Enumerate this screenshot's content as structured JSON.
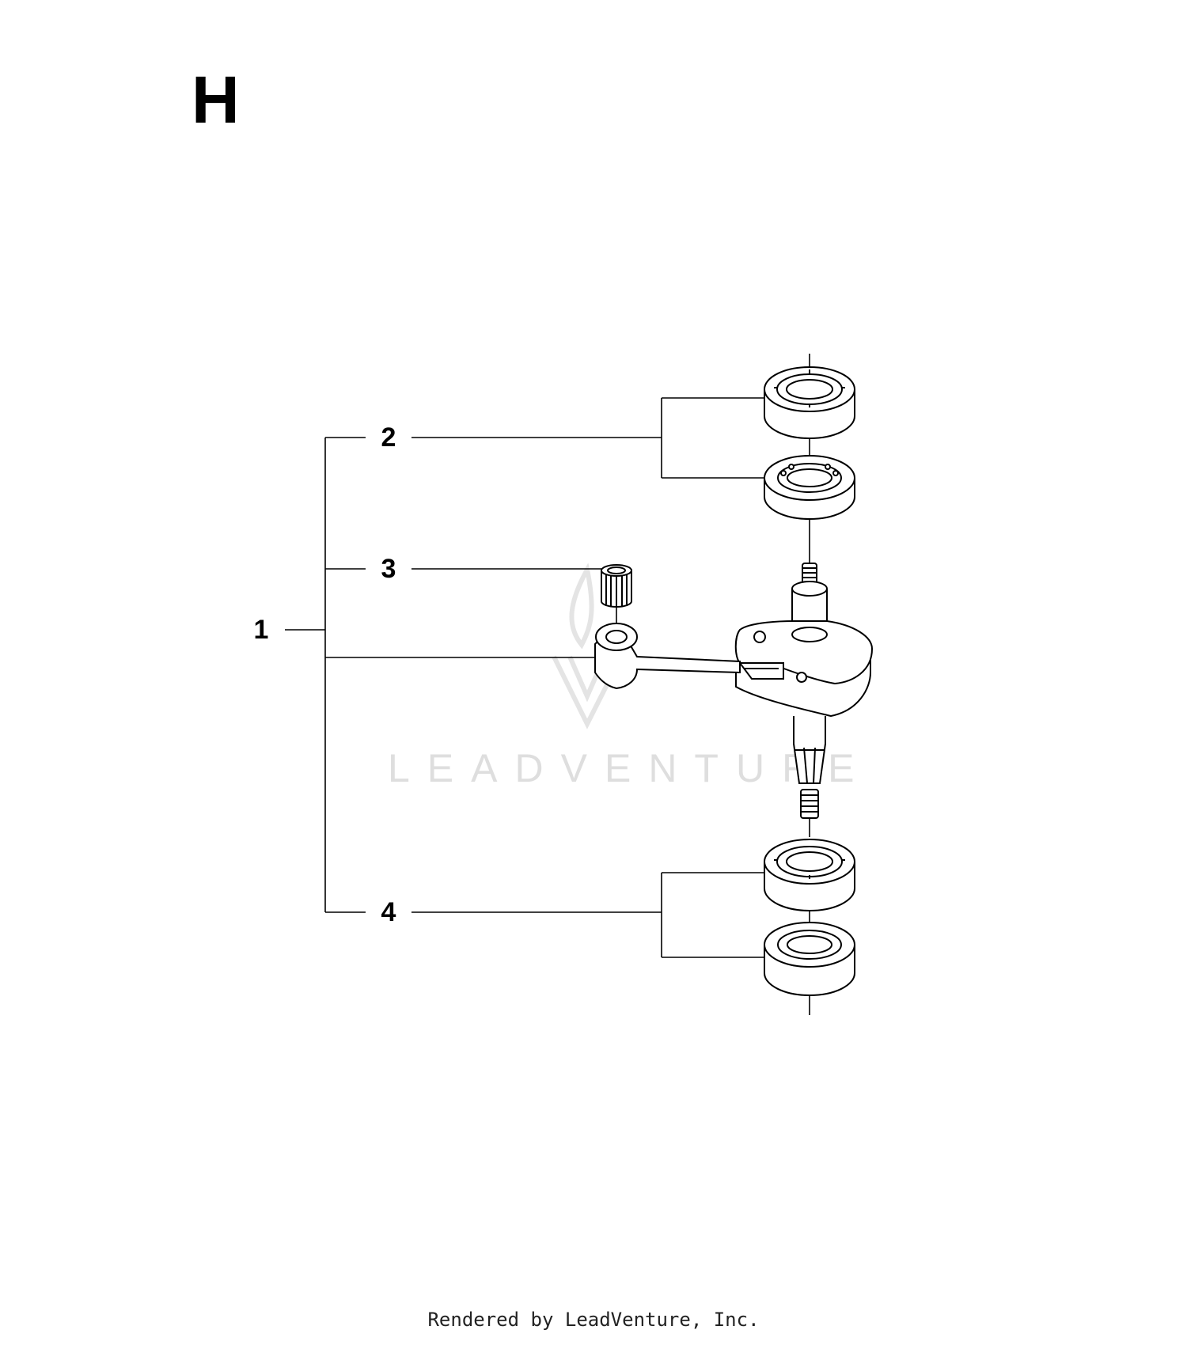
{
  "page": {
    "section_letter": "H",
    "footer_text": "Rendered by LeadVenture, Inc.",
    "watermark_text": "LEADVENTURE"
  },
  "callouts": [
    {
      "id": "1",
      "label": "1",
      "part": "crankshaft-assembly"
    },
    {
      "id": "2",
      "label": "2",
      "part": "upper-bearings"
    },
    {
      "id": "3",
      "label": "3",
      "part": "needle-bearing"
    },
    {
      "id": "4",
      "label": "4",
      "part": "lower-bearings"
    }
  ],
  "colors": {
    "line": "#000000",
    "watermark": "#dedede",
    "background": "#ffffff"
  }
}
